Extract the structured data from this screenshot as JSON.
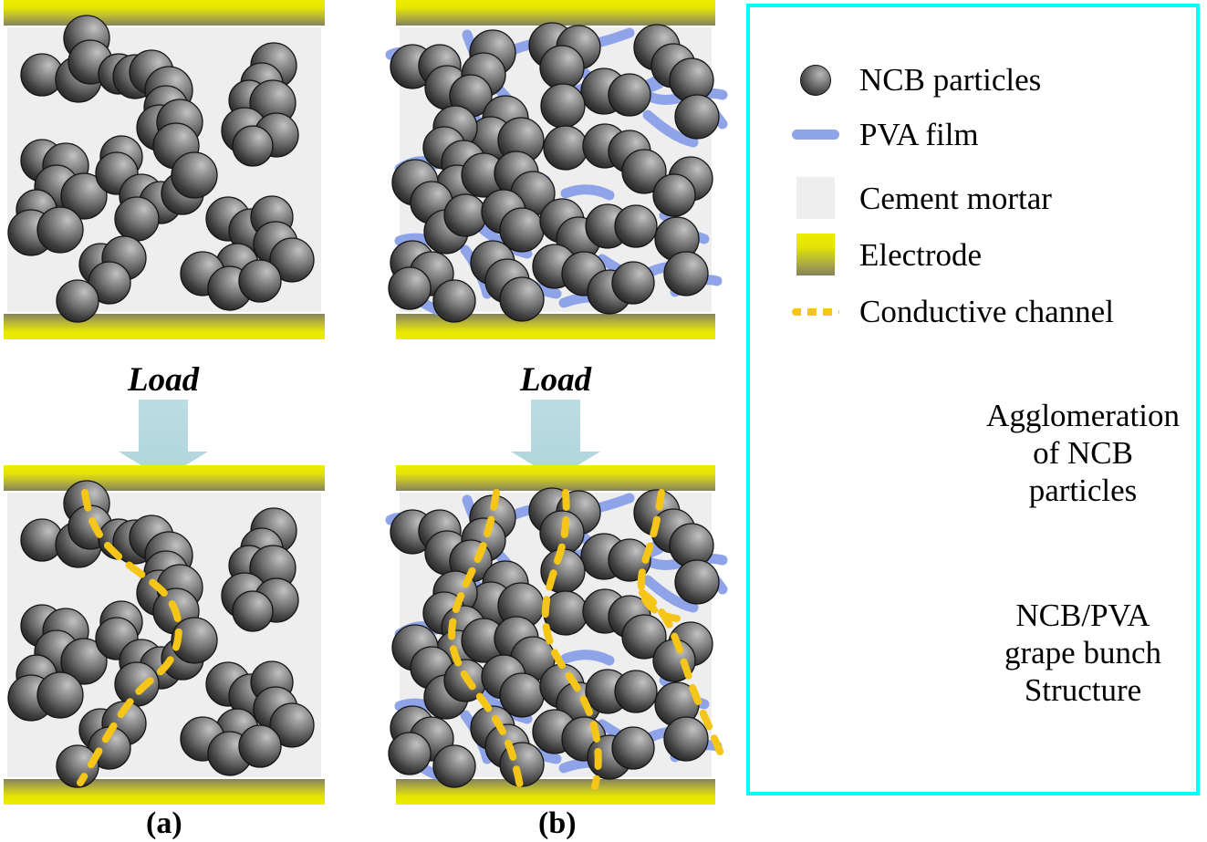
{
  "figure": {
    "type": "schematic-diagram",
    "subject": "NCB/PVA cement mortar piezoresistive conductive network under load",
    "panels": [
      {
        "id": "a",
        "caption": "(a)",
        "load_label": "Load",
        "description": "Cement mortar with NCB particle agglomerations only; single conductive channel forms under load"
      },
      {
        "id": "b",
        "caption": "(b)",
        "load_label": "Load",
        "description": "Cement mortar with NCB/PVA grape bunch structures; multiple conductive channels form under load"
      }
    ]
  },
  "legend": {
    "border_color": "#00ffff",
    "items": [
      {
        "label": "NCB particles",
        "icon": "sphere-swatch",
        "color": "#555555"
      },
      {
        "label": "PVA film",
        "icon": "line-swatch",
        "color": "#8fa4e8"
      },
      {
        "label": "Cement mortar",
        "icon": "square-swatch",
        "color": "#eeeeee"
      },
      {
        "label": "Electrode",
        "icon": "gradient-square-swatch",
        "color": "#ecec00"
      },
      {
        "label": "Conductive channel",
        "icon": "dashed-line-swatch",
        "color": "#f5c518"
      }
    ],
    "annotations": [
      {
        "icon": "ncb-agglomeration-cluster",
        "arrow": "left-arrow",
        "lines": [
          "Agglomeration",
          "of NCB",
          "particles"
        ]
      },
      {
        "icon": "ncb-pva-grape-bunch-cluster",
        "arrow": "left-arrow",
        "lines": [
          "NCB/PVA",
          "grape bunch",
          "Structure"
        ]
      }
    ]
  },
  "colors": {
    "electrode_top": "#ecec00",
    "electrode_bottom": "#84825c",
    "mortar": "#eeeeee",
    "particle_light": "#b9b9b9",
    "particle_dark": "#1d1d1d",
    "pva_film": "#8fa4e8",
    "conductive_channel": "#f5c518",
    "load_arrow": "#b9d9e0",
    "legend_border": "#00ffff"
  }
}
